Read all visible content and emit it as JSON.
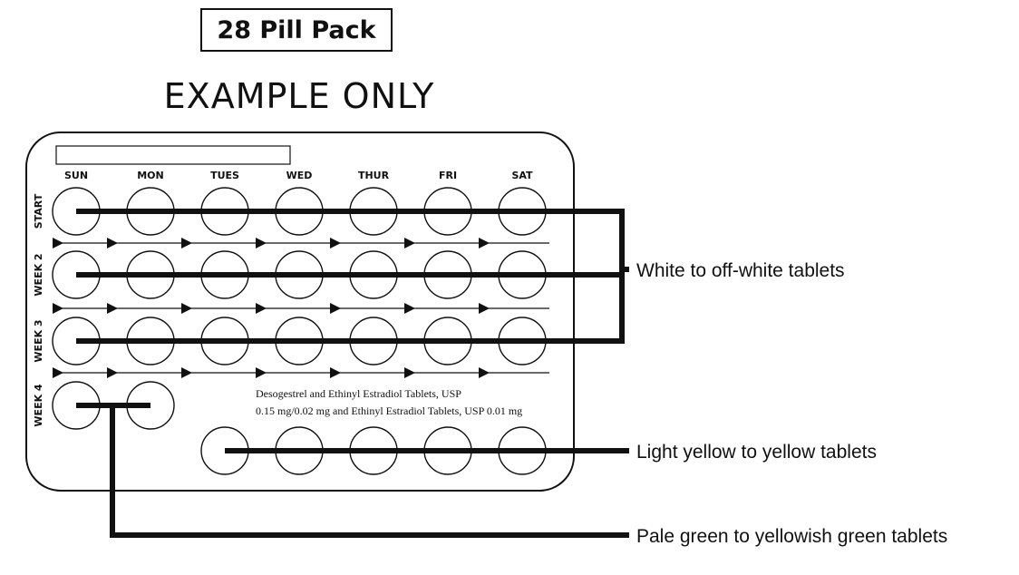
{
  "header": {
    "pack_title": "28 Pill Pack",
    "disclaimer": "EXAMPLE ONLY"
  },
  "blister": {
    "days": [
      "SUN",
      "MON",
      "TUES",
      "WED",
      "THUR",
      "FRI",
      "SAT"
    ],
    "weeks": [
      "START",
      "WEEK 2",
      "WEEK 3",
      "WEEK 4"
    ],
    "drug_name_line1": "Desogestrel and Ethinyl Estradiol Tablets, USP",
    "drug_name_line2": "0.15 mg/0.02 mg and Ethinyl Estradiol Tablets, USP 0.01 mg"
  },
  "callouts": {
    "white": "White to off-white tablets",
    "yellow": "Light yellow to yellow tablets",
    "green": "Pale green to yellowish green tablets"
  }
}
